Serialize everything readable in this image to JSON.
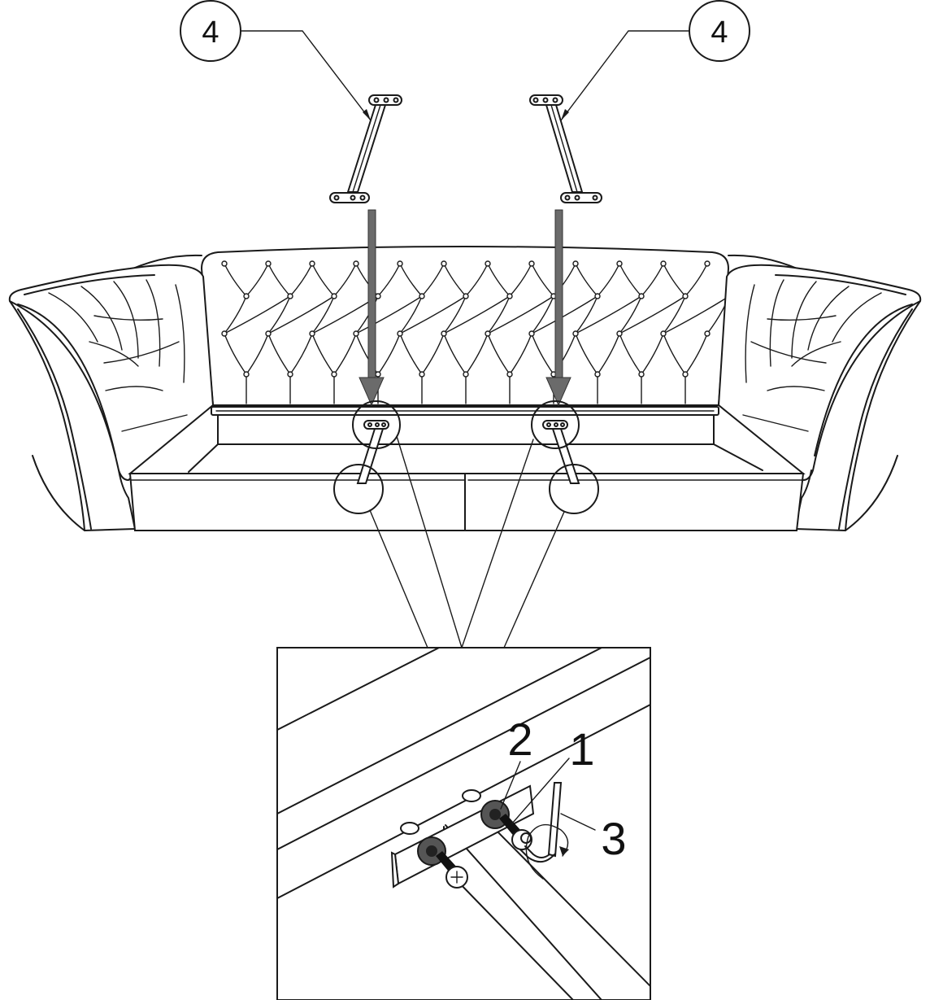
{
  "callouts": {
    "leg_left": "4",
    "leg_right": "4",
    "bolt": "1",
    "washer": "2",
    "allen_key": "3"
  },
  "colors": {
    "line": "#1a1a1a",
    "arrow_fill": "#6b6b6b",
    "washer_fill": "#555555",
    "bolt_fill": "#111111"
  }
}
